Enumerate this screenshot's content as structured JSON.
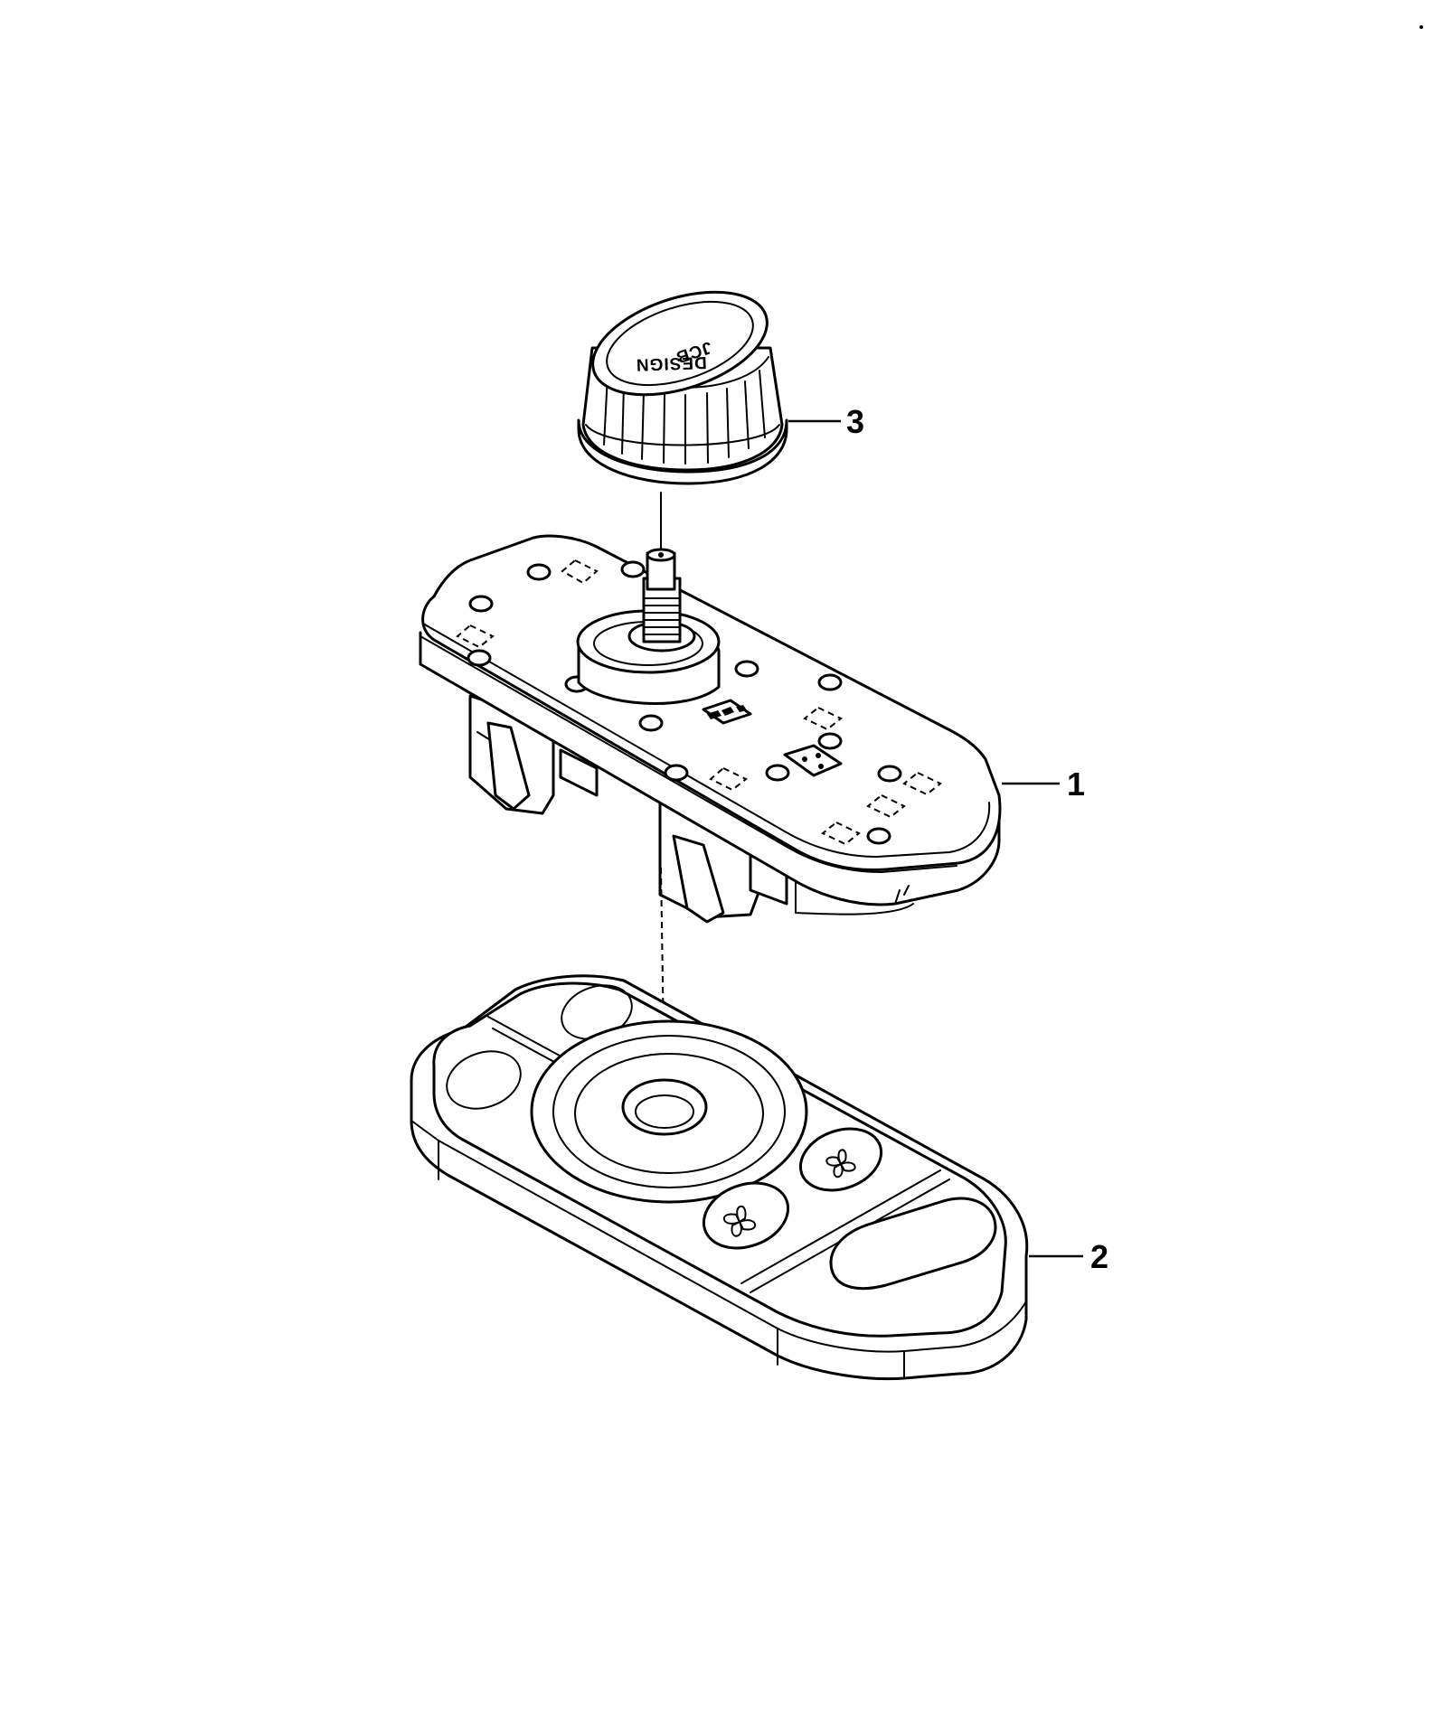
{
  "callouts": {
    "knob": "3",
    "control_board": "1",
    "keypad": "2"
  },
  "knob_logo": {
    "line1": "JCB",
    "line2": "DESIGN"
  },
  "icons": {
    "keypad_left_button": "fan-icon",
    "keypad_right_button": "fan-icon"
  },
  "colors": {
    "line": "#000000",
    "background": "#ffffff"
  }
}
